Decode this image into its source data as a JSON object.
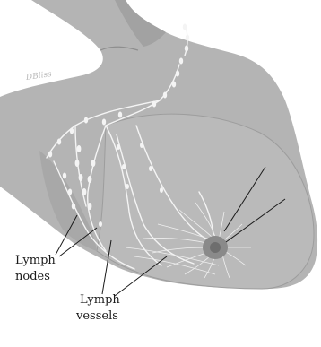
{
  "figure": {
    "signature": "DBliss",
    "labels": {
      "nodes_line1": "Lymph",
      "nodes_line2": "nodes",
      "vessels_line1": "Lymph",
      "vessels_line2": "vessels"
    }
  },
  "colors": {
    "skin": "#b4b4b4",
    "skin_dark": "#8e8e8e",
    "lymph": "#f4f4f4",
    "areola": "#8a8a8a",
    "nipple": "#6e6e6e",
    "leader_line": "#1a1a1a"
  }
}
